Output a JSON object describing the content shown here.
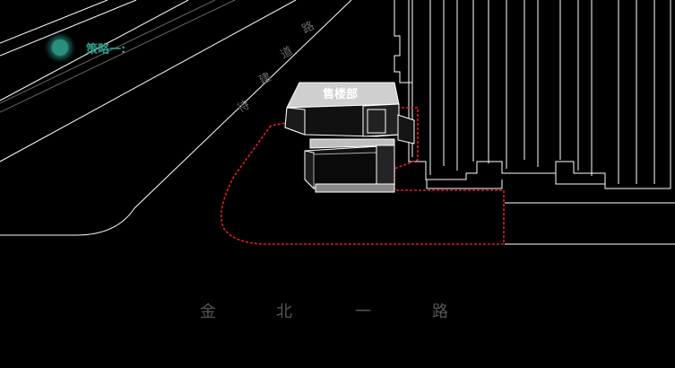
{
  "strategy_label": "策略一:",
  "sales_office_label": "售楼部",
  "roads": {
    "main_road_chars": [
      "金",
      "北",
      "一",
      "路"
    ],
    "side_road_chars": [
      "待",
      "建",
      "道",
      "路"
    ]
  },
  "colors": {
    "background": "#000000",
    "line": "#ffffff",
    "site_boundary": "#e0202a",
    "accent": "#2f9e8c"
  }
}
